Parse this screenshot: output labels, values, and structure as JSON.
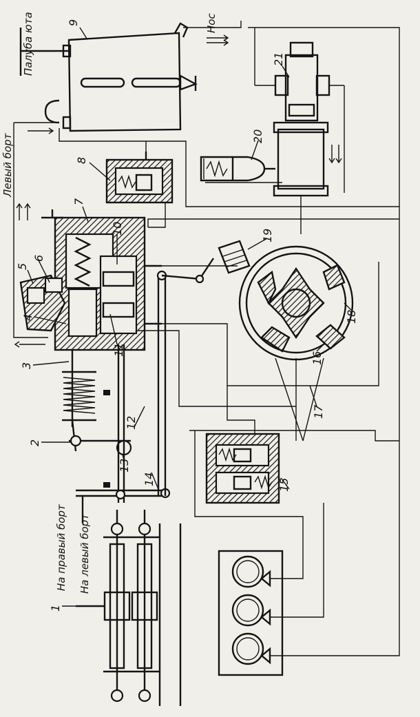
{
  "labels": {
    "poop_deck": "Палуба юта",
    "bow": "Нос",
    "port_side": "Левый борт",
    "to_starboard": "На правый борт",
    "to_port": "На левый борт"
  },
  "callouts": [
    "1",
    "2",
    "3",
    "4",
    "5",
    "6",
    "7",
    "8",
    "9",
    "10",
    "11",
    "12",
    "13",
    "14",
    "15",
    "16",
    "17",
    "18",
    "19",
    "20",
    "21"
  ]
}
